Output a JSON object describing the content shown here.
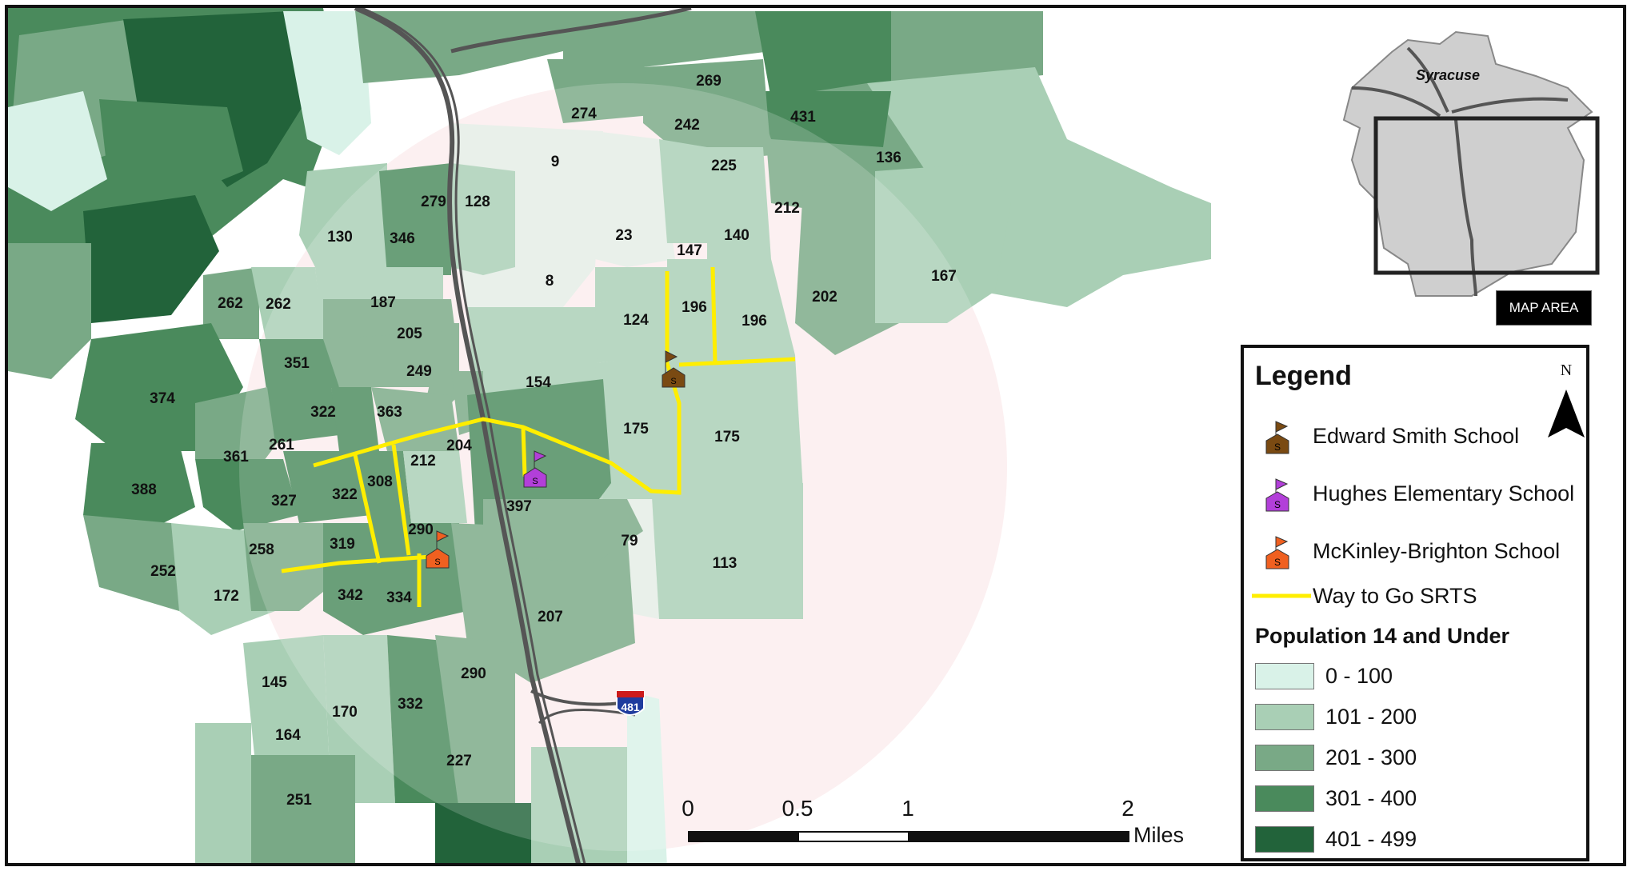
{
  "legend": {
    "title": "Legend",
    "schools": [
      {
        "label": "Edward Smith School",
        "color": "#7a4a12",
        "glyph": "S"
      },
      {
        "label": "Hughes Elementary School",
        "color": "#b23fd9",
        "glyph": "S"
      },
      {
        "label": "McKinley-Brighton School",
        "color": "#f06020",
        "glyph": "S"
      }
    ],
    "route": {
      "label": "Way to Go SRTS",
      "color": "#ffee00"
    },
    "population_title": "Population 14 and Under",
    "classes": [
      {
        "label": "0 - 100",
        "color": "#d9f2e8"
      },
      {
        "label": "101 - 200",
        "color": "#a9cfb5"
      },
      {
        "label": "201 - 300",
        "color": "#79a986"
      },
      {
        "label": "301 - 400",
        "color": "#4a8a5c"
      },
      {
        "label": "401 - 499",
        "color": "#22633a"
      }
    ]
  },
  "north": {
    "label": "N"
  },
  "scale": {
    "ticks": [
      "0",
      "0.5",
      "1",
      "2"
    ],
    "units": "Miles"
  },
  "inset": {
    "city": "Syracuse",
    "button": "MAP AREA"
  },
  "highway": {
    "shield": "481"
  },
  "tract_labels": [
    "269",
    "274",
    "242",
    "431",
    "9",
    "225",
    "136",
    "279",
    "128",
    "23",
    "140",
    "212",
    "130",
    "346",
    "147",
    "8",
    "196",
    "196",
    "167",
    "262",
    "262",
    "187",
    "124",
    "202",
    "205",
    "351",
    "249",
    "154",
    "374",
    "322",
    "363",
    "175",
    "175",
    "361",
    "261",
    "204",
    "212",
    "388",
    "327",
    "322",
    "308",
    "397",
    "290",
    "79",
    "258",
    "319",
    "113",
    "252",
    "172",
    "342",
    "334",
    "207",
    "290",
    "145",
    "170",
    "332",
    "164",
    "227",
    "251"
  ]
}
